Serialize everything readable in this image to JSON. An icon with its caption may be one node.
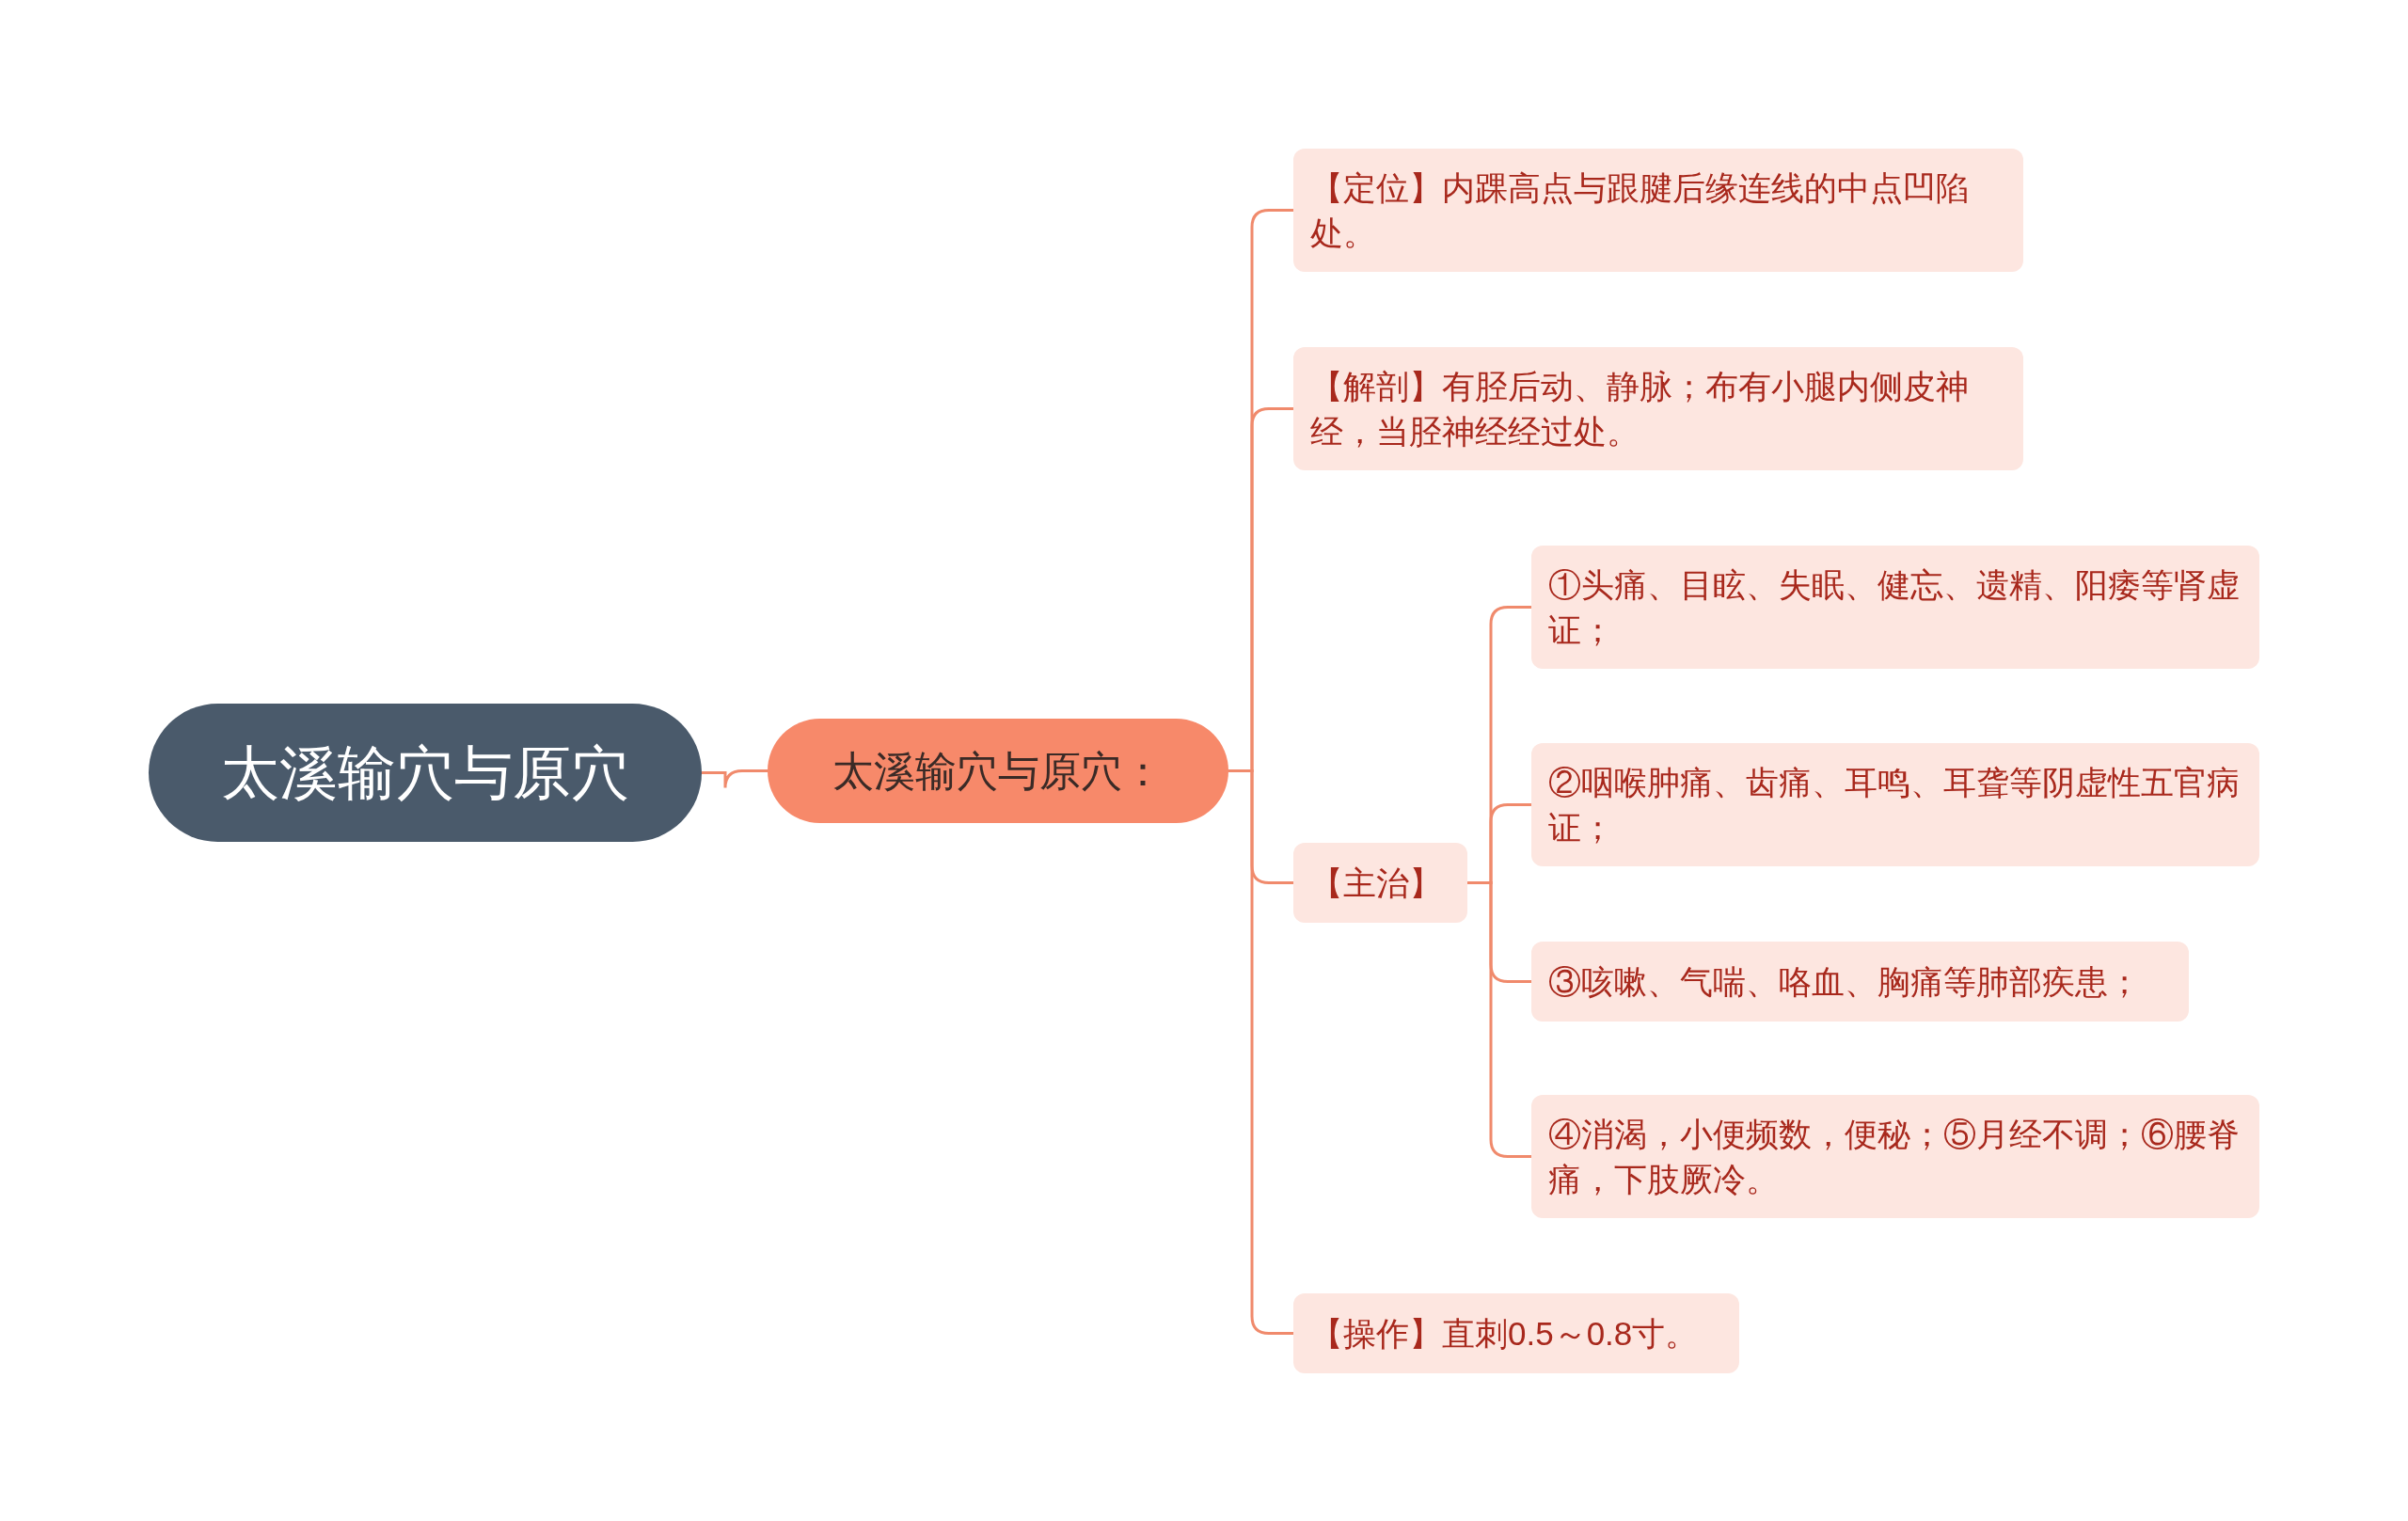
{
  "diagram": {
    "nodes": [
      {
        "text": [
          "太溪输穴与原穴"
        ]
      },
      {
        "text": [
          "太溪输穴与原穴："
        ]
      },
      {
        "text": [
          "【定位】内踝高点与跟腱后缘连线的中点凹陷处。"
        ]
      },
      {
        "text": [
          "【解剖】有胫后动、静脉；布有小腿内侧皮神经，当胫神经经过处。"
        ]
      },
      {
        "text": [
          "【主治】"
        ]
      },
      {
        "text": [
          "①头痛、目眩、失眠、健忘、遗精、阳痿等肾虚证；"
        ]
      },
      {
        "text": [
          "②咽喉肿痛、齿痛、耳鸣、耳聋等阴虚性五官病证；"
        ]
      },
      {
        "text": [
          "③咳嗽、气喘、咯血、胸痛等肺部疾患；"
        ]
      },
      {
        "text": [
          "④消渴，小便频数，便秘；⑤月经不调；⑥腰脊痛，下肢厥冷。"
        ]
      },
      {
        "text": [
          "【操作】直刺0.5～0.8寸。"
        ]
      }
    ],
    "edges": [
      {
        "from": 0,
        "to": 1,
        "arrow": "none"
      },
      {
        "from": 1,
        "to": 2,
        "arrow": "none"
      },
      {
        "from": 1,
        "to": 3,
        "arrow": "none"
      },
      {
        "from": 1,
        "to": 4,
        "arrow": "none"
      },
      {
        "from": 1,
        "to": 9,
        "arrow": "none"
      },
      {
        "from": 4,
        "to": 5,
        "arrow": "none"
      },
      {
        "from": 4,
        "to": 6,
        "arrow": "none"
      },
      {
        "from": 4,
        "to": 7,
        "arrow": "none"
      },
      {
        "from": 4,
        "to": 8,
        "arrow": "none"
      }
    ]
  }
}
